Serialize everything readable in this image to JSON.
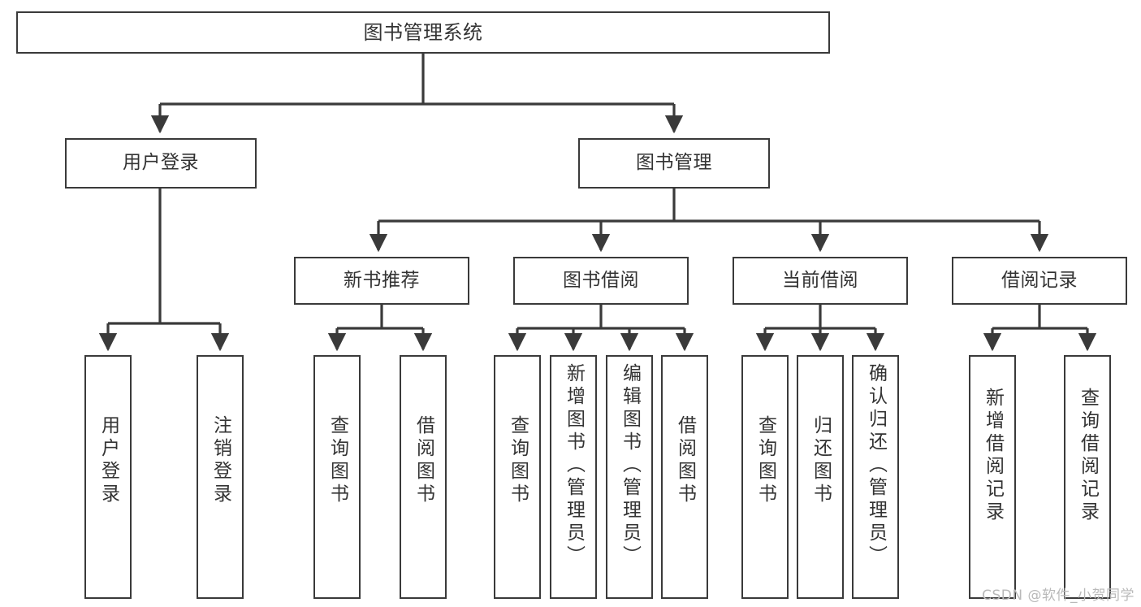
{
  "diagram": {
    "title": "图书管理系统",
    "type": "tree-hierarchy-chart",
    "colors": {
      "box_border": "#3a3a3a",
      "line": "#3a3a3a",
      "background": "#ffffff",
      "text": "#333333",
      "watermark": "#b9b9b9"
    },
    "nodes": {
      "root": "图书管理系统",
      "tier2": {
        "user_login": "用户登录",
        "book_manage": "图书管理"
      },
      "tier3": {
        "new_book_rec": "新书推荐",
        "book_borrow": "图书借阅",
        "current_borrow": "当前借阅",
        "borrow_record": "借阅记录"
      },
      "leaves": {
        "login_1": "用户登录",
        "login_2": "注销登录",
        "rec_1": "查询图书",
        "rec_2": "借阅图书",
        "borrow_1": "查询图书",
        "borrow_2": "新增图书（管理员）",
        "borrow_3": "编辑图书（管理员）",
        "borrow_4": "借阅图书",
        "cur_1": "查询图书",
        "cur_2": "归还图书",
        "cur_3": "确认归还（管理员）",
        "rec2_1": "新增借阅记录",
        "rec2_2": "查询借阅记录"
      }
    },
    "watermark": "CSDN @软件_小贺同学"
  }
}
